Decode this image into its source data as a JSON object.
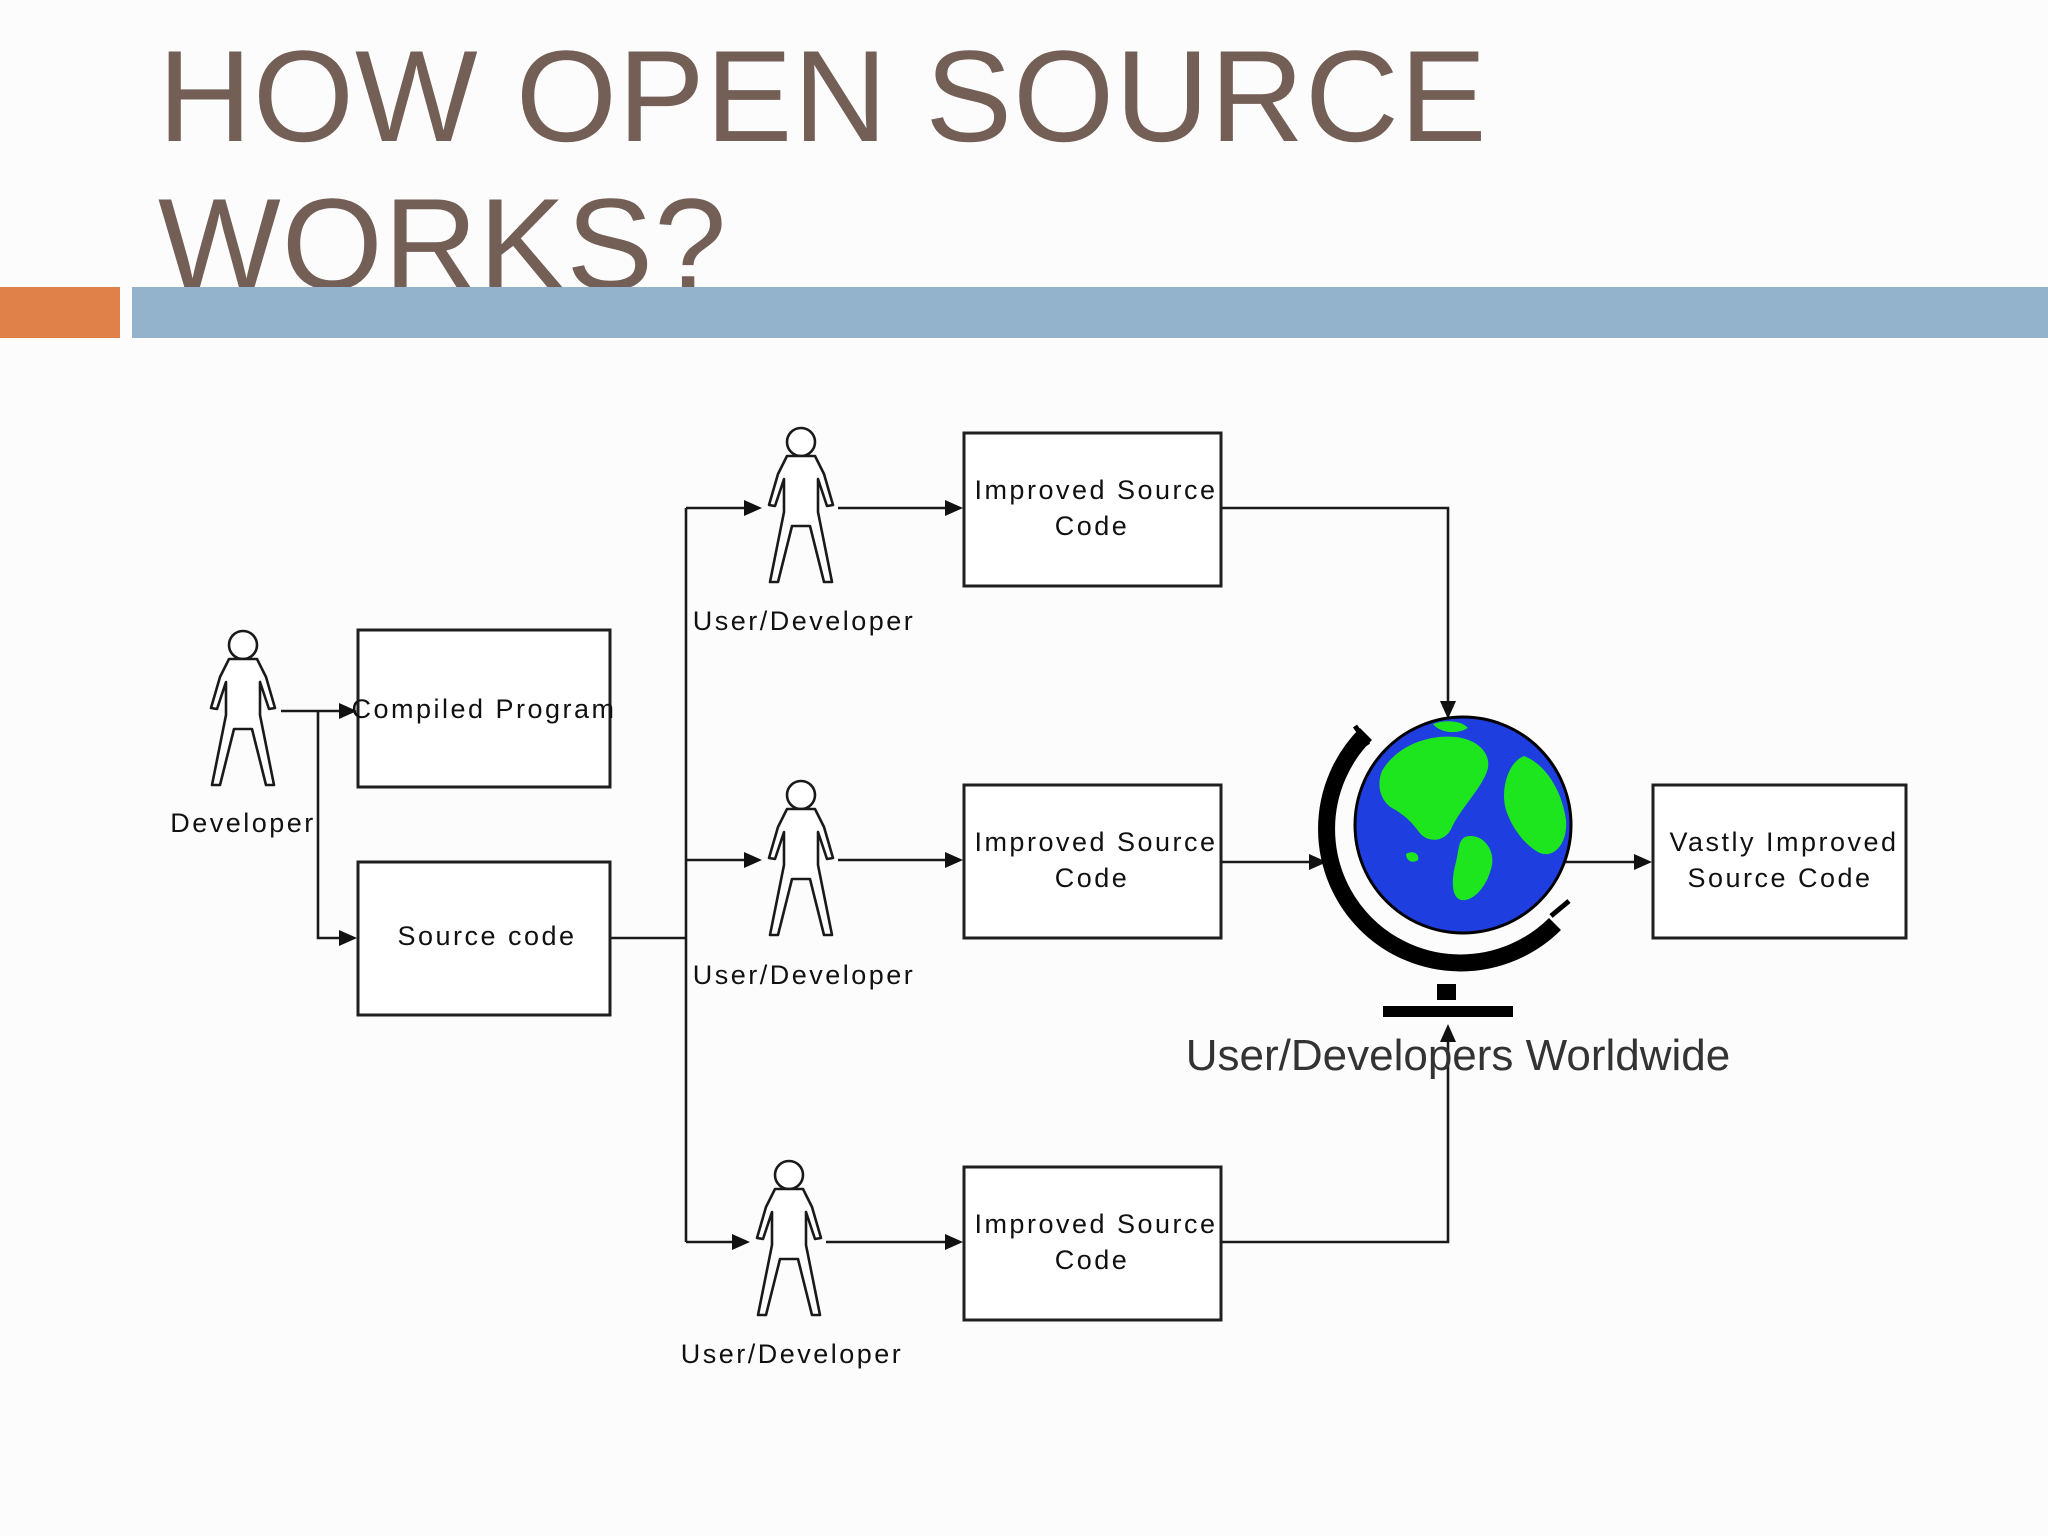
{
  "slide": {
    "title_line1": "HOW OPEN SOURCE",
    "title_line2": "WORKS?"
  },
  "colors": {
    "title": "#735f55",
    "accent_orange": "#df8148",
    "accent_blue": "#93b3cd",
    "globe_ocean": "#1f3ee0",
    "globe_land": "#1ee61e"
  },
  "diagram": {
    "developer_label": "Developer",
    "compiled_program": "Compiled Program",
    "source_code": "Source code",
    "user_developer_label": "User/Developer",
    "improved_line1": "Improved Source",
    "improved_line2": "Code",
    "vastly_line1": "Vastly Improved",
    "vastly_line2": "Source Code",
    "worldwide_label": "User/Developers Worldwide"
  }
}
